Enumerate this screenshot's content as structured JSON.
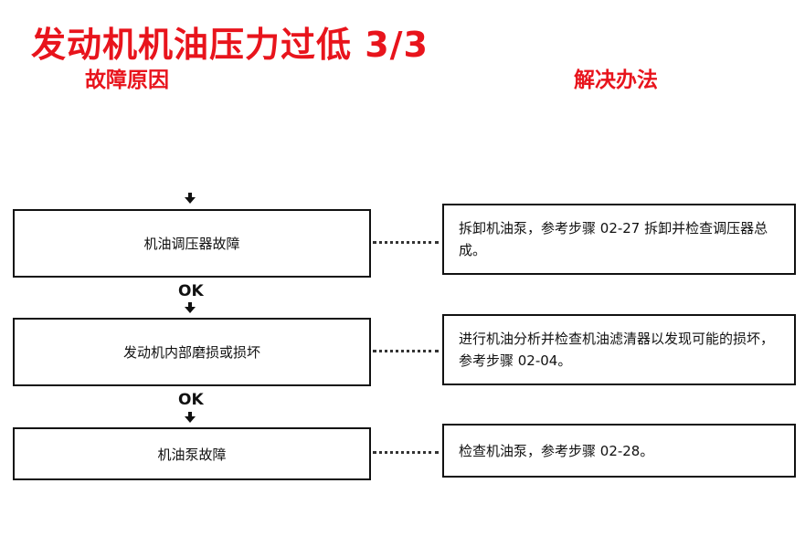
{
  "title": "发动机机油压力过低 3/3",
  "headers": {
    "cause": "故障原因",
    "solution": "解决办法"
  },
  "connector_label": "OK",
  "steps": [
    {
      "cause": "机油调压器故障",
      "solution": "拆卸机油泵，参考步骤 02-27 拆卸并检查调压器总成。"
    },
    {
      "cause": "发动机内部磨损或损坏",
      "solution": "进行机油分析并检查机油滤清器以发现可能的损坏，参考步骤 02-04。"
    },
    {
      "cause": "机油泵故障",
      "solution": "检查机油泵，参考步骤 02-28。"
    }
  ],
  "colors": {
    "title": "#e8141c",
    "lines": "#111111"
  }
}
